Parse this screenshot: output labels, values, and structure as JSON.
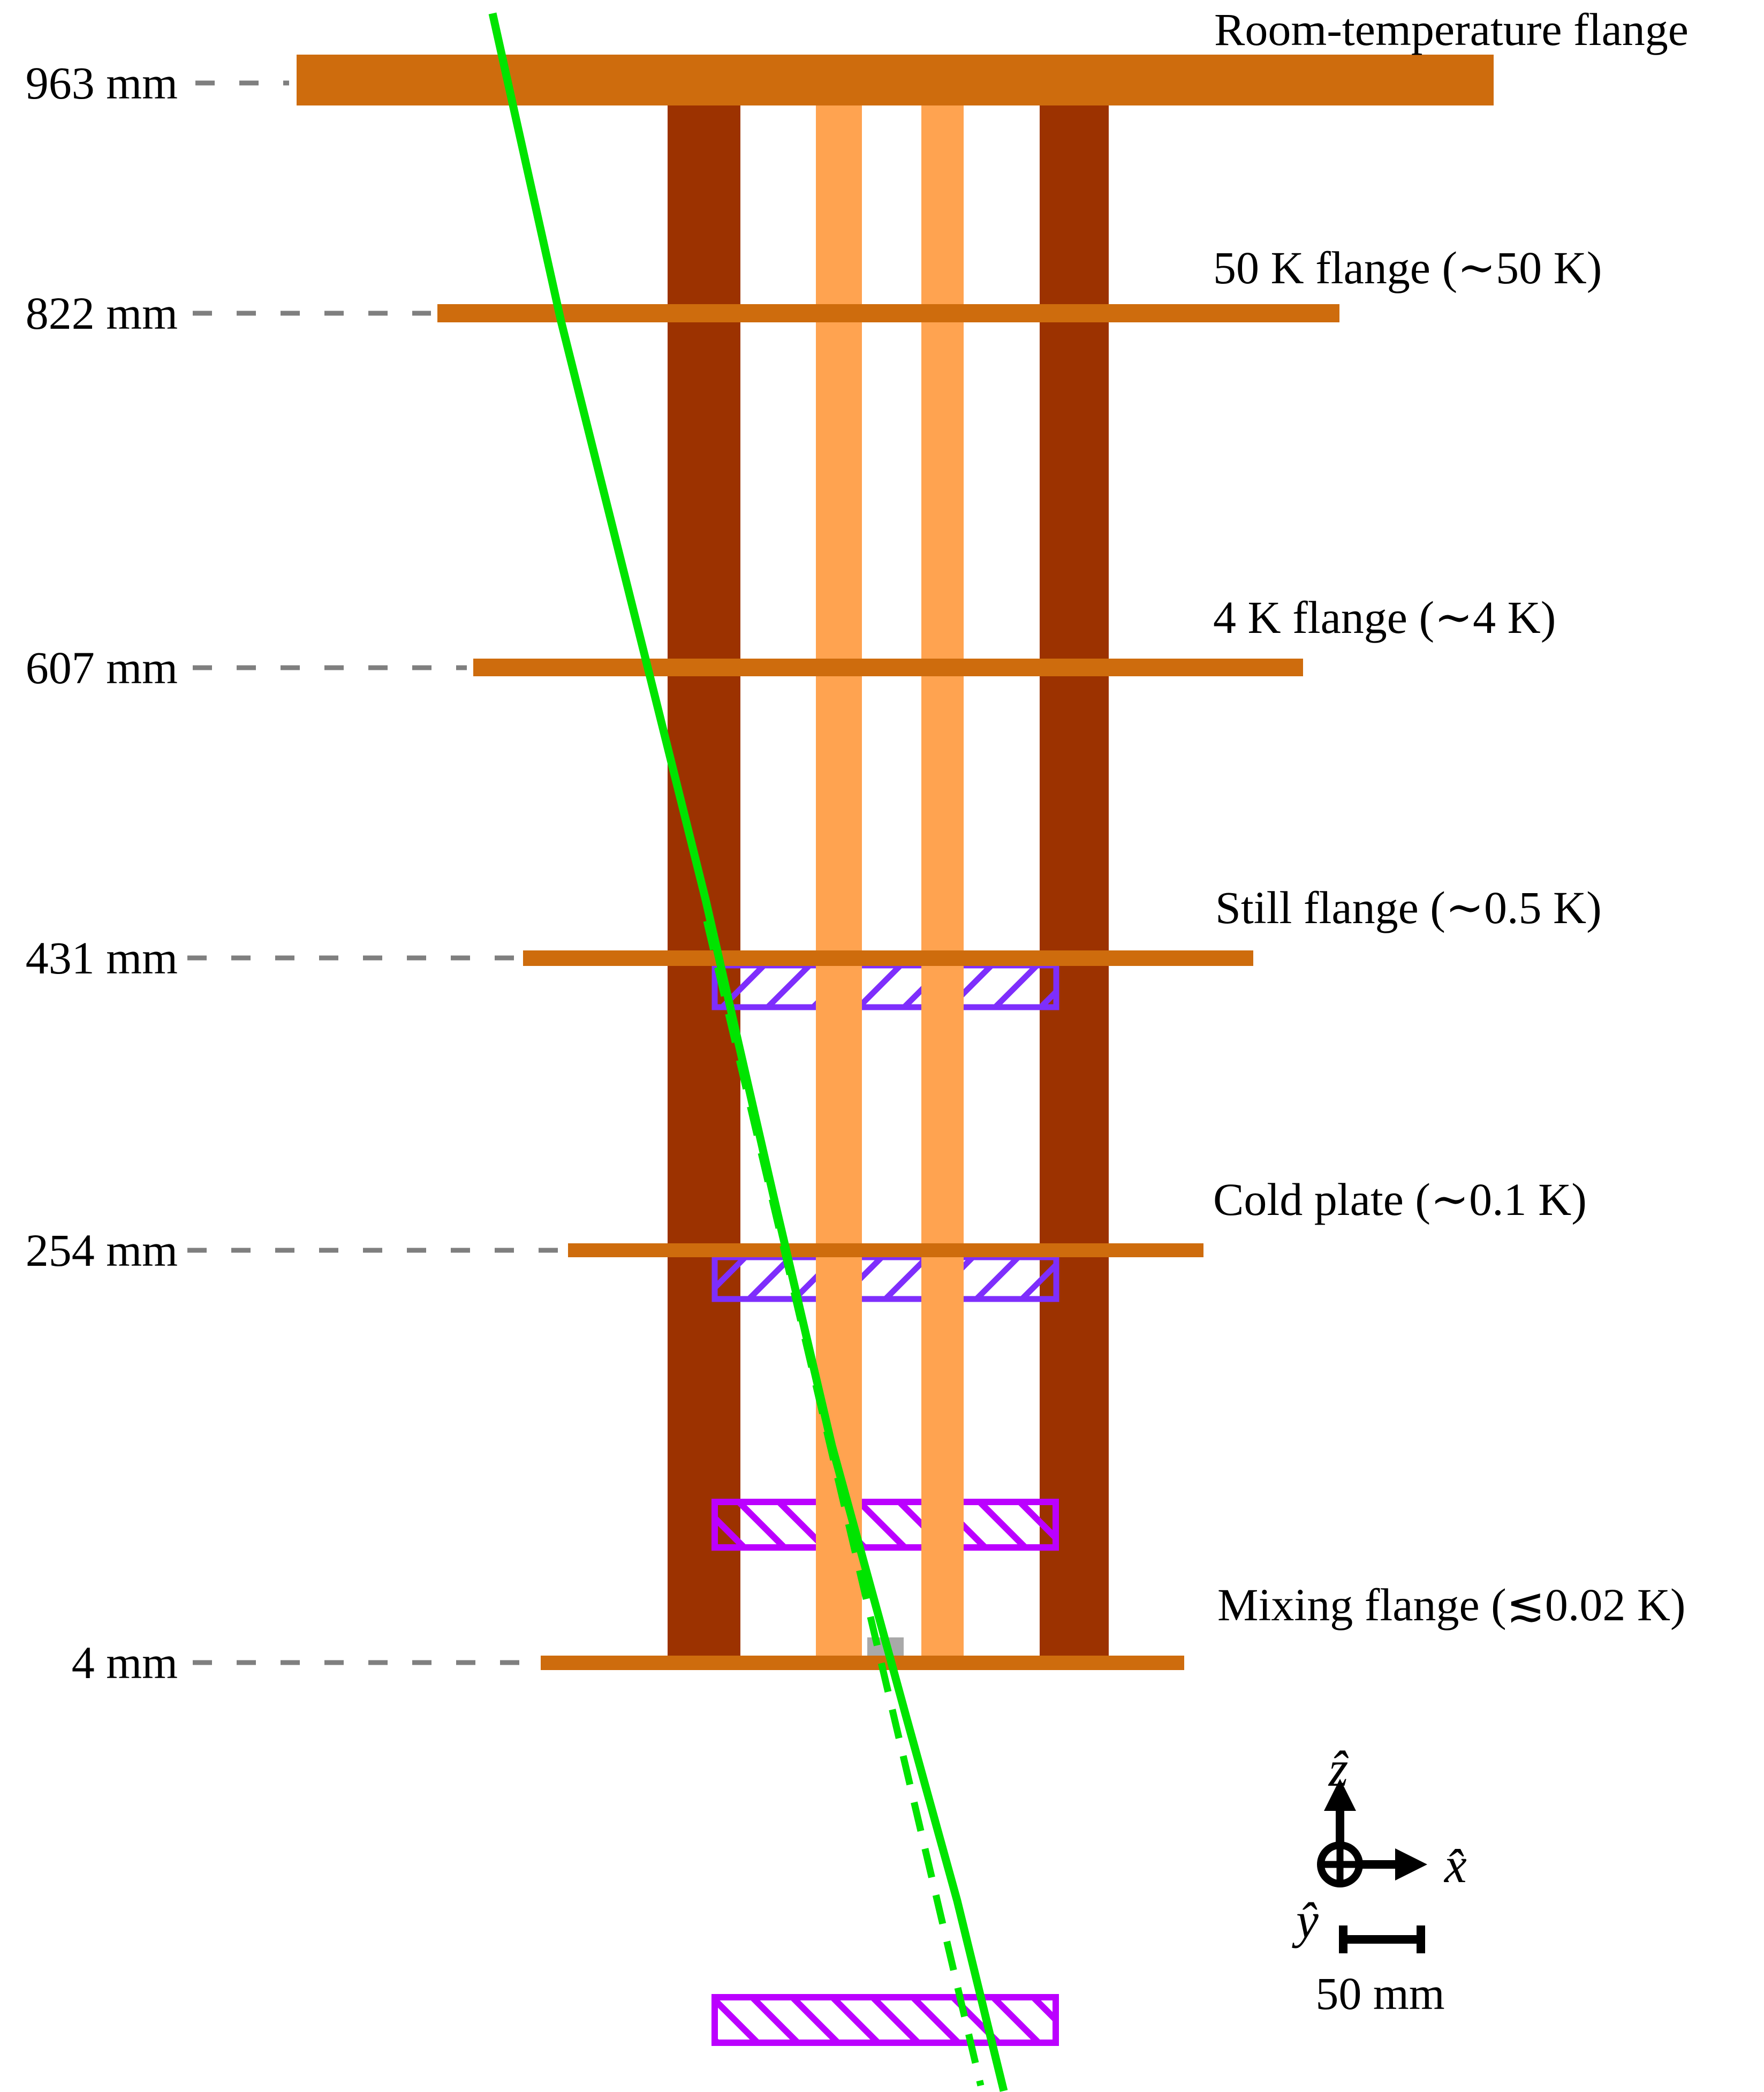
{
  "diagram": {
    "measurements": [
      {
        "height": "963 mm",
        "label": "Room-temperature flange"
      },
      {
        "height": "822 mm",
        "label": "50 K flange (∼50 K)"
      },
      {
        "height": "607 mm",
        "label": "4 K flange (∼4 K)"
      },
      {
        "height": "431 mm",
        "label": "Still flange (∼0.5 K)"
      },
      {
        "height": "254 mm",
        "label": "Cold plate (∼0.1 K)"
      },
      {
        "height": "4 mm",
        "label": "Mixing flange (≲0.02 K)"
      }
    ],
    "axes": {
      "z_label": "ẑ",
      "x_label": "x̂",
      "y_label": "ŷ"
    },
    "scale_bar": {
      "label": "50 mm"
    },
    "colors": {
      "flange_orange": "#CE6C0D",
      "support_dark_brown": "#9C3200",
      "rod_light_orange": "#FFA350",
      "detector_violet": "#7E2EFC",
      "detector_magenta": "#BB00FF",
      "track_green": "#00E400",
      "leader_gray": "#7F7F7F",
      "sample_gray": "#A9A9A9",
      "text_black": "#000000"
    }
  }
}
